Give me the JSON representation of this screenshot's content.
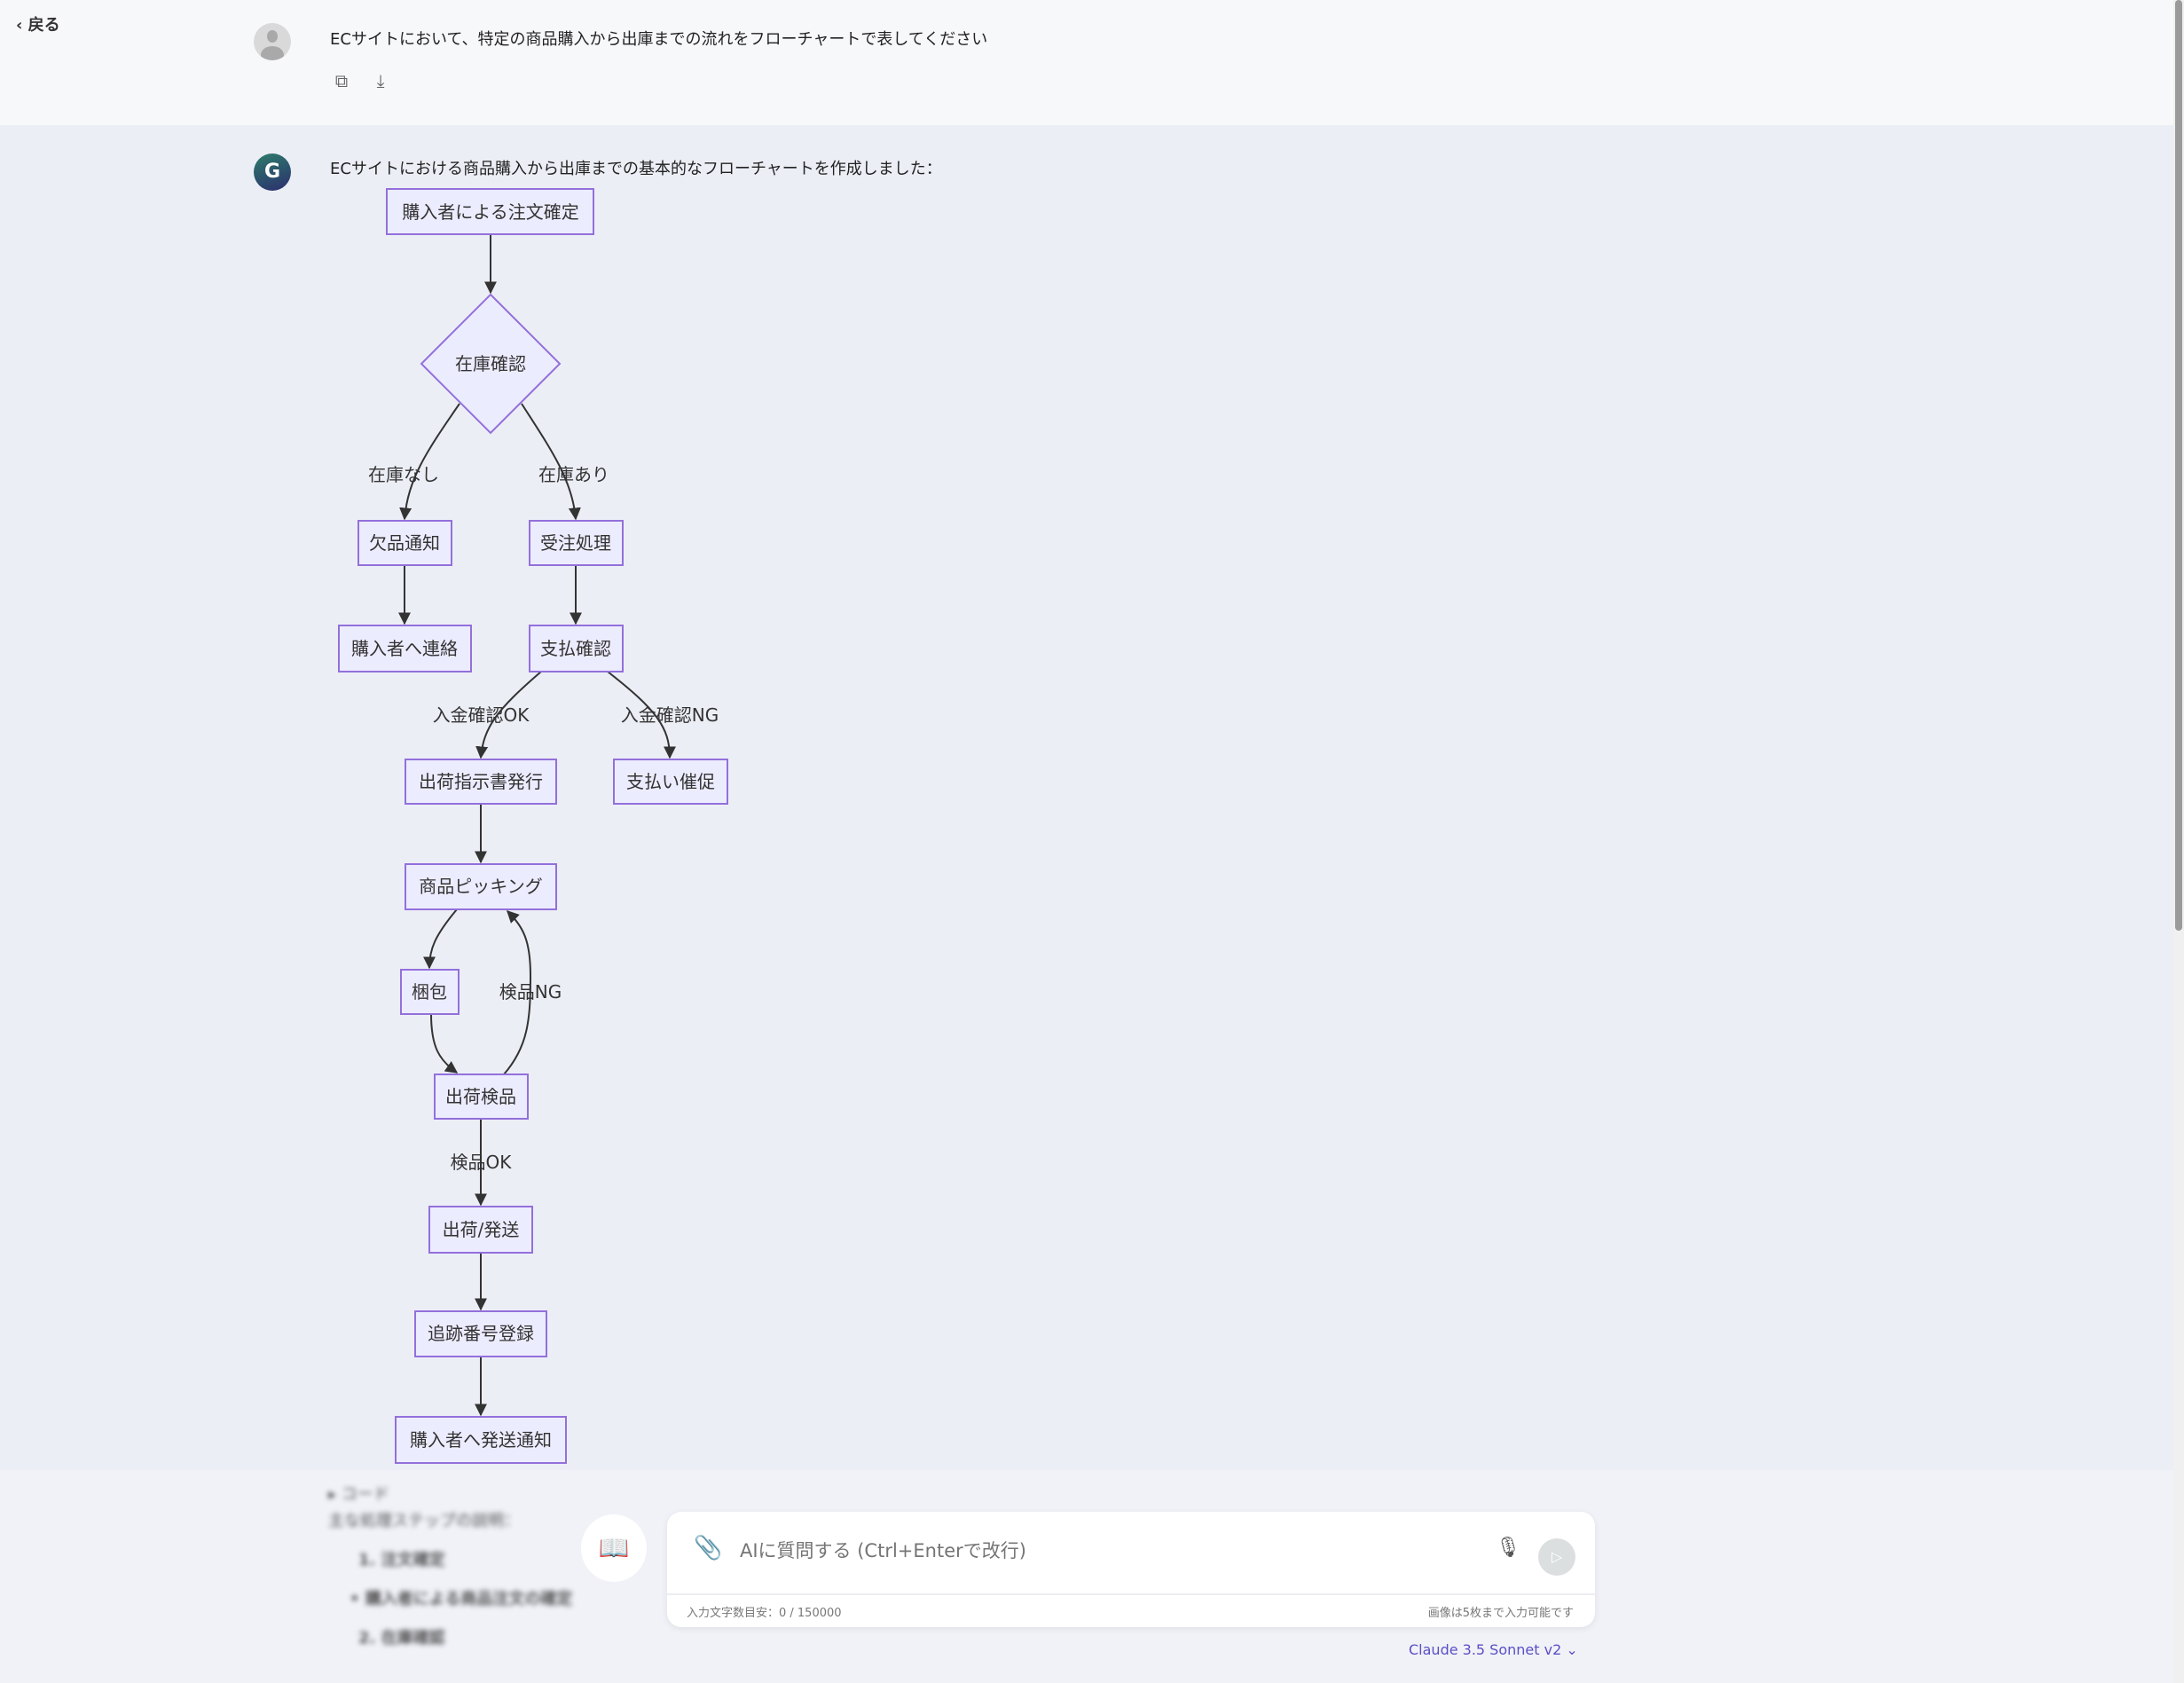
{
  "nav": {
    "back_label": "‹ 戻る"
  },
  "user_message": {
    "text": "ECサイトにおいて、特定の商品購入から出庫までの流れをフローチャートで表してください",
    "copy_icon": "copy-icon",
    "download_icon": "download-icon"
  },
  "ai_message": {
    "avatar_letter": "G",
    "intro": "ECサイトにおける商品購入から出庫までの基本的なフローチャートを作成しました："
  },
  "flowchart": {
    "nodes": {
      "order": "購入者による注文確定",
      "stock": "在庫確認",
      "outofstock": "欠品通知",
      "accept": "受注処理",
      "contact": "購入者へ連絡",
      "payment": "支払確認",
      "instruction": "出荷指示書発行",
      "remind": "支払い催促",
      "picking": "商品ピッキング",
      "packing": "梱包",
      "inspect": "出荷検品",
      "ship": "出荷/発送",
      "tracking": "追跡番号登録",
      "notify": "購入者へ発送通知"
    },
    "edge_labels": {
      "no_stock": "在庫なし",
      "in_stock": "在庫あり",
      "pay_ok": "入金確認OK",
      "pay_ng": "入金確認NG",
      "inspect_ng": "検品NG",
      "inspect_ok": "検品OK"
    }
  },
  "below": {
    "code_toggle": "▸ コード",
    "steps_title": "主な処理ステップの説明：",
    "step1": "1. 注文確定",
    "step1_bullet": "• 購入者による商品注文の確定",
    "step2": "2. 在庫確認"
  },
  "composer": {
    "placeholder": "AIに質問する (Ctrl+Enterで改行)",
    "char_count": "入力文字数目安：0 / 150000",
    "image_note": "画像は5枚まで入力可能です",
    "model": "Claude 3.5 Sonnet v2 ⌄"
  }
}
